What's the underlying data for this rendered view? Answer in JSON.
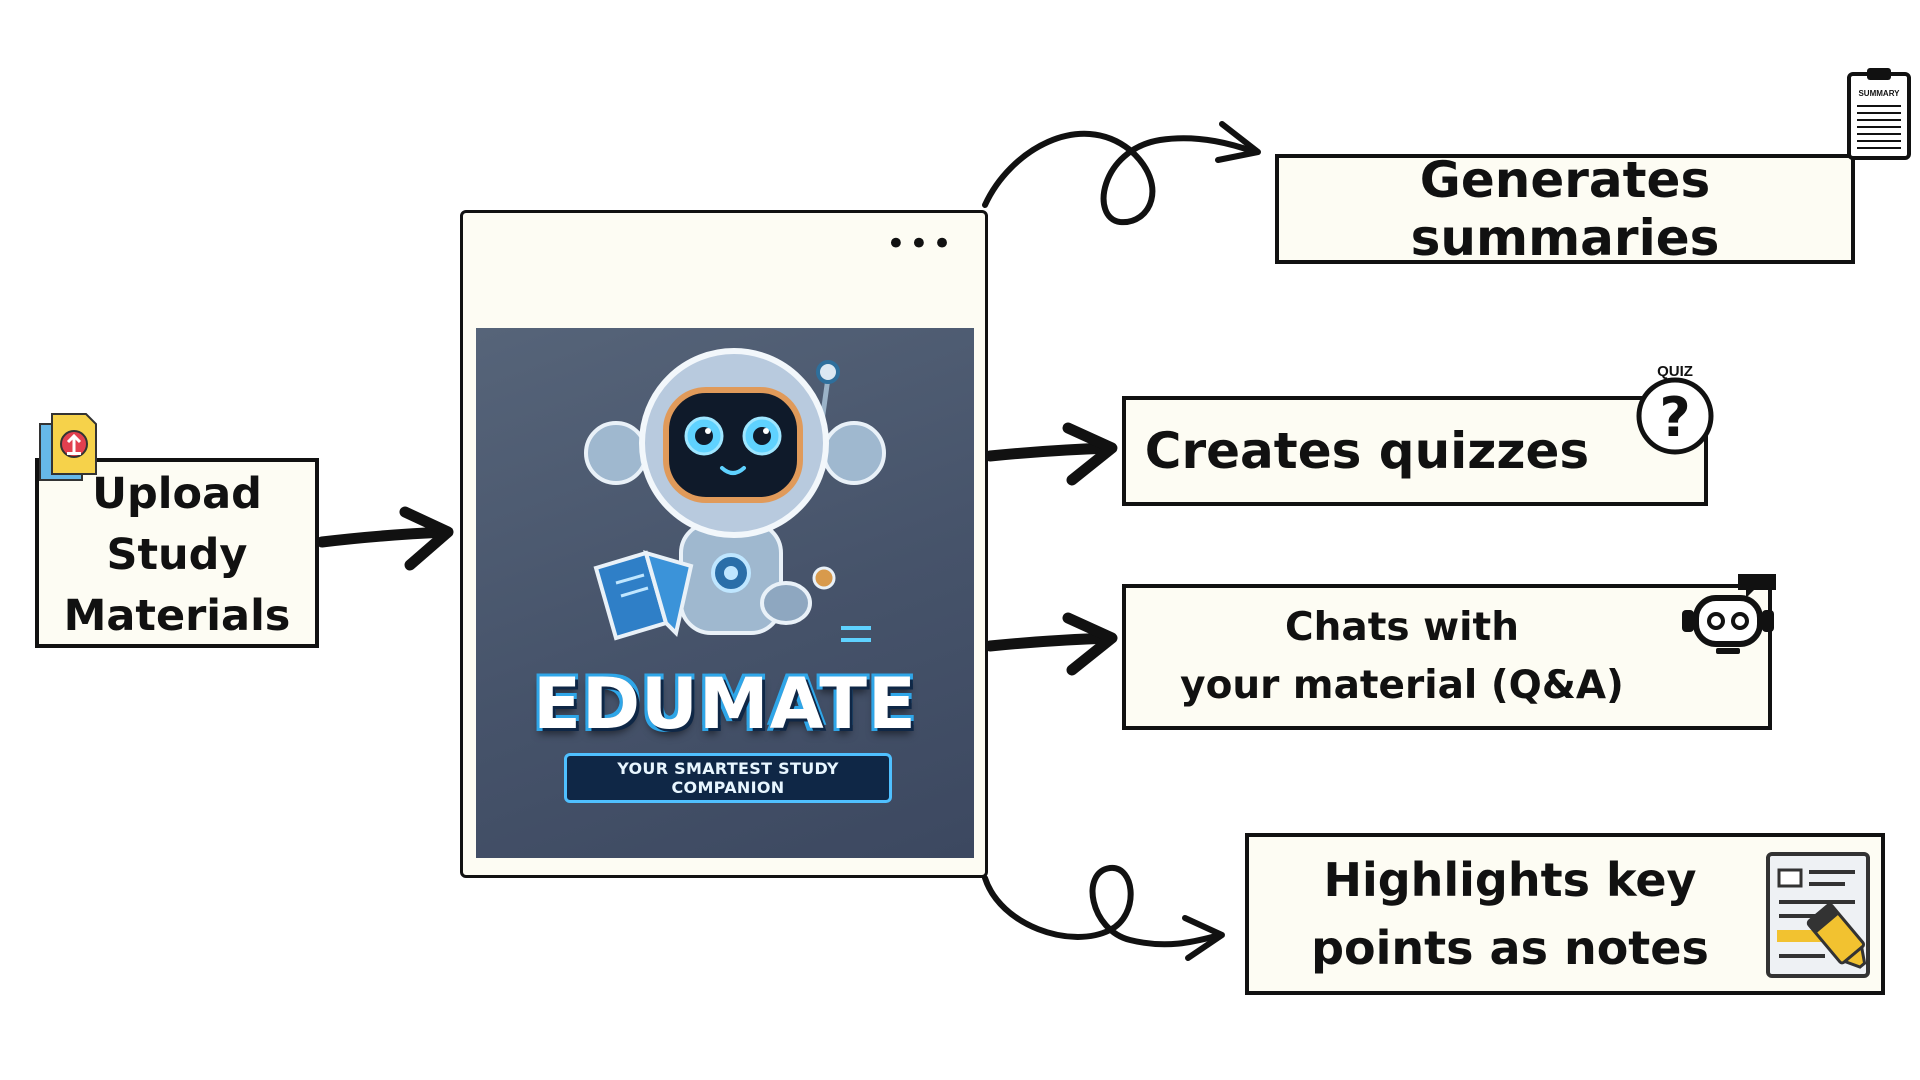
{
  "input": {
    "label_lines": [
      "Upload",
      "Study",
      "Materials"
    ],
    "icon": "upload-file-icon"
  },
  "app": {
    "menu_dots": "•••",
    "brand_name": "EDUMATE",
    "tagline": "YOUR SMARTEST STUDY COMPANION",
    "mascot": "robot-reading-book-illustration"
  },
  "features": {
    "summaries": {
      "label": "Generates summaries",
      "icon": "summary-clipboard-icon",
      "icon_text": "SUMMARY"
    },
    "quizzes": {
      "label": "Creates quizzes",
      "icon": "quiz-question-icon",
      "icon_text": "QUIZ"
    },
    "chat": {
      "label_lines": [
        "Chats with",
        "your material (Q&A)"
      ],
      "icon": "chatbot-icon"
    },
    "notes": {
      "label_lines": [
        "Highlights key",
        "points as notes"
      ],
      "icon": "highlighter-notes-icon"
    }
  },
  "colors": {
    "box_fill": "#fdfcf3",
    "stroke": "#111111",
    "app_bg": "#4a566c",
    "accent": "#4fc0ff"
  }
}
